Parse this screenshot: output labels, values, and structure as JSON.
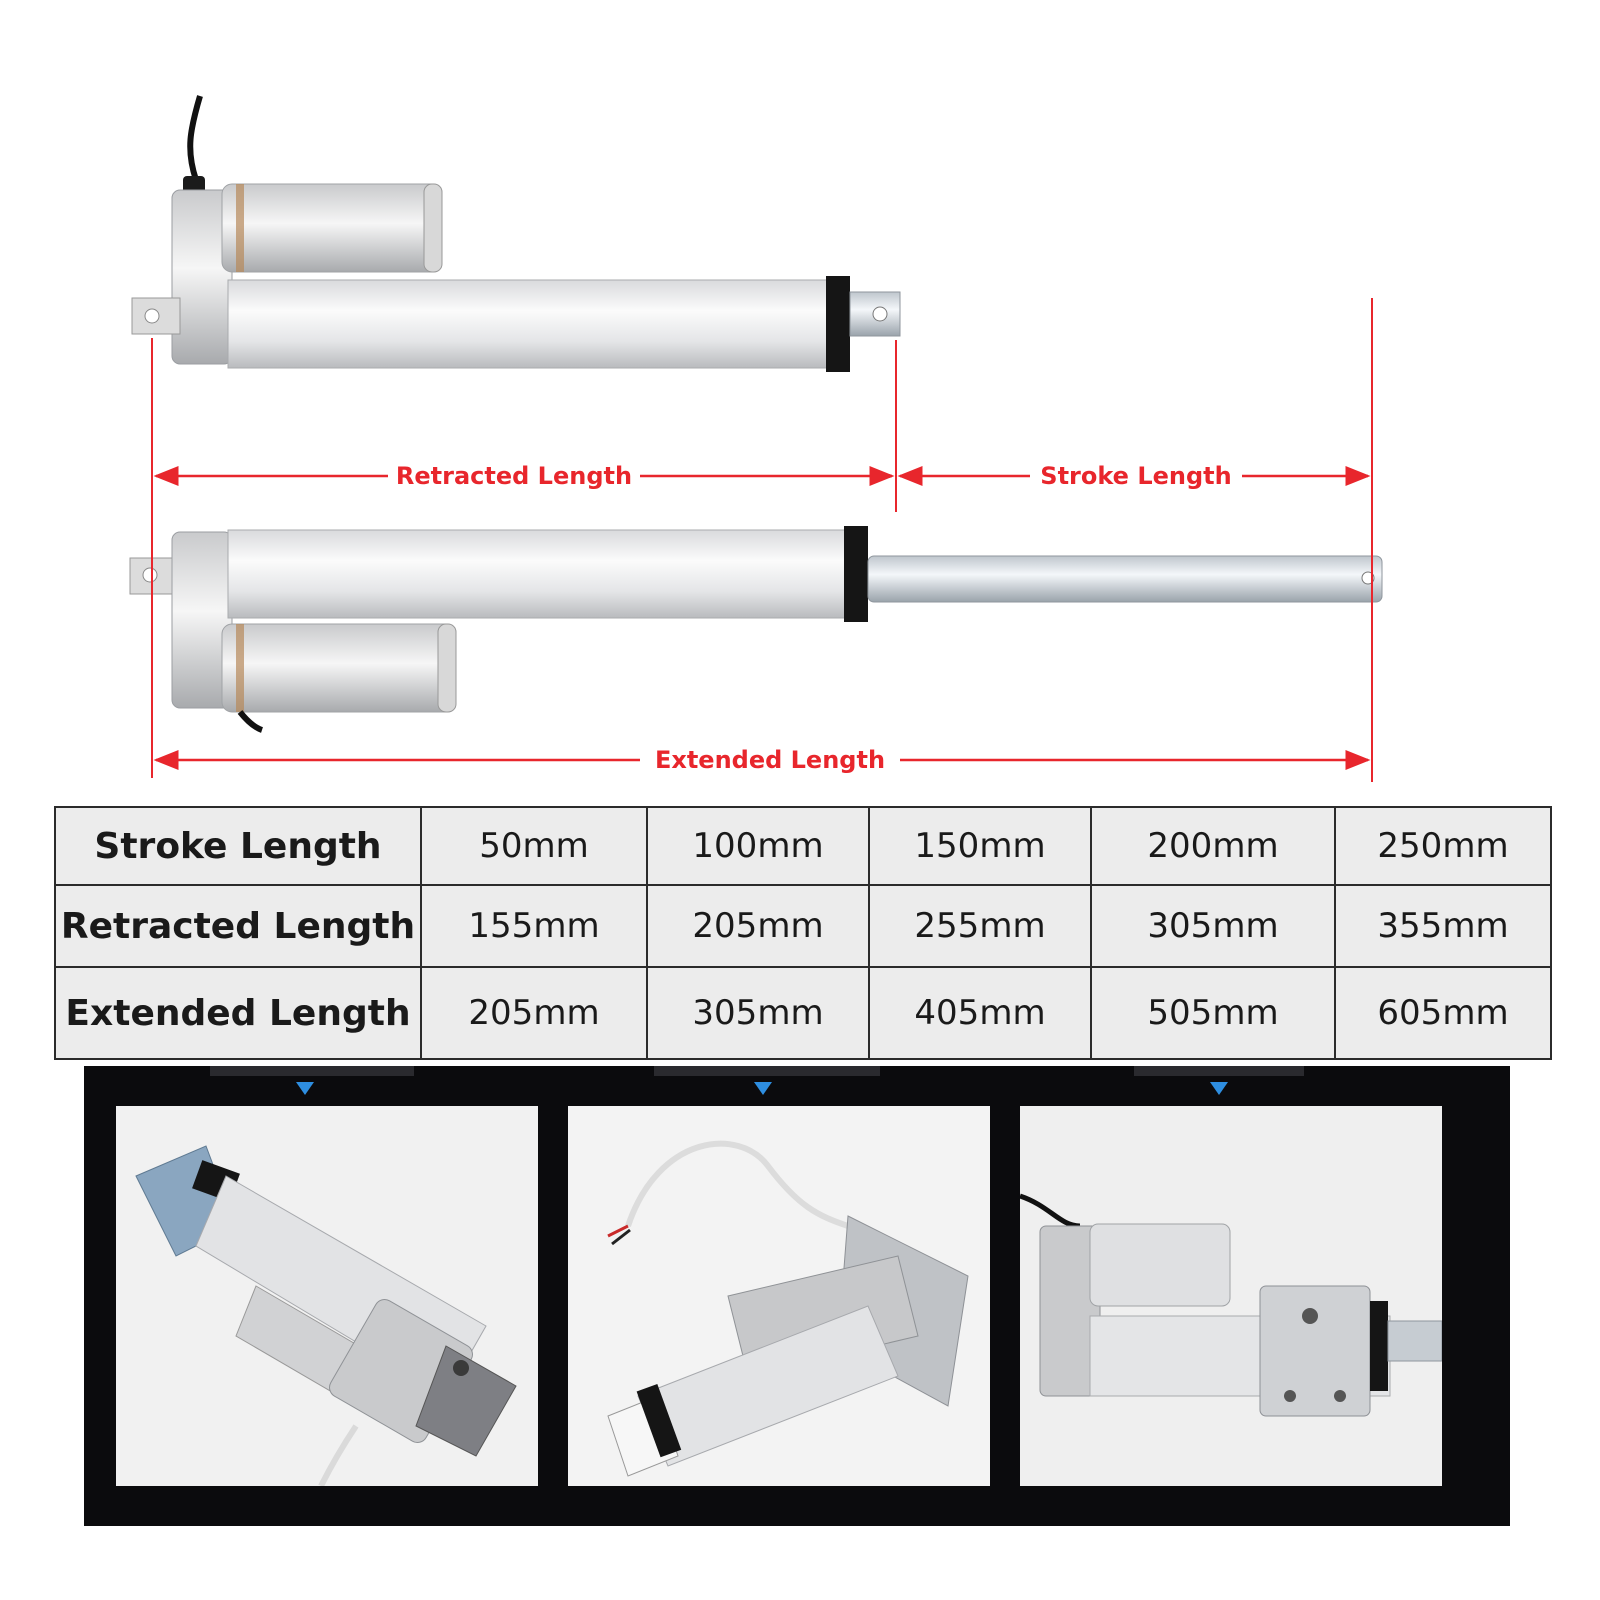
{
  "dimensions": {
    "retracted_label": "Retracted Length",
    "stroke_label": "Stroke Length",
    "extended_label": "Extended Length"
  },
  "table": {
    "rows": [
      {
        "header": "Stroke Length",
        "values": [
          "50mm",
          "100mm",
          "150mm",
          "200mm",
          "250mm"
        ]
      },
      {
        "header": "Retracted Length",
        "values": [
          "155mm",
          "205mm",
          "255mm",
          "305mm",
          "355mm"
        ]
      },
      {
        "header": "Extended Length",
        "values": [
          "205mm",
          "305mm",
          "405mm",
          "505mm",
          "605mm"
        ]
      }
    ]
  },
  "colors": {
    "dimension_red": "#e8262c",
    "pointer_blue": "#2e8ee0",
    "strip_background": "#0b0b0d",
    "table_background": "#ececec"
  }
}
